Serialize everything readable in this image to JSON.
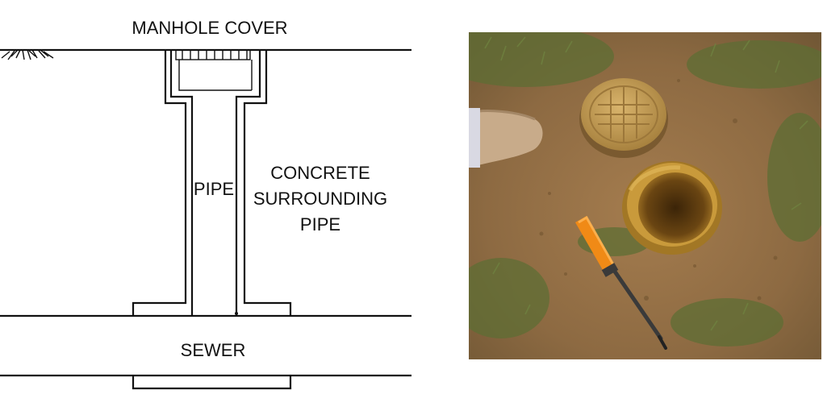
{
  "diagram": {
    "labels": {
      "manhole_cover": "MANHOLE COVER",
      "pipe": "PIPE",
      "concrete_line1": "CONCRETE",
      "concrete_line2": "SURROUNDING",
      "concrete_line3": "PIPE",
      "sewer": "SEWER"
    }
  },
  "photo": {
    "colors": {
      "soil": "#9a7448",
      "grass": "#5e6e34",
      "cover": "#c8a056",
      "pipe_rim": "#c99a3b",
      "pipe_inside": "#5a3a12",
      "screwdriver_handle": "#f08a16",
      "boot": "#c8ab8a"
    }
  }
}
